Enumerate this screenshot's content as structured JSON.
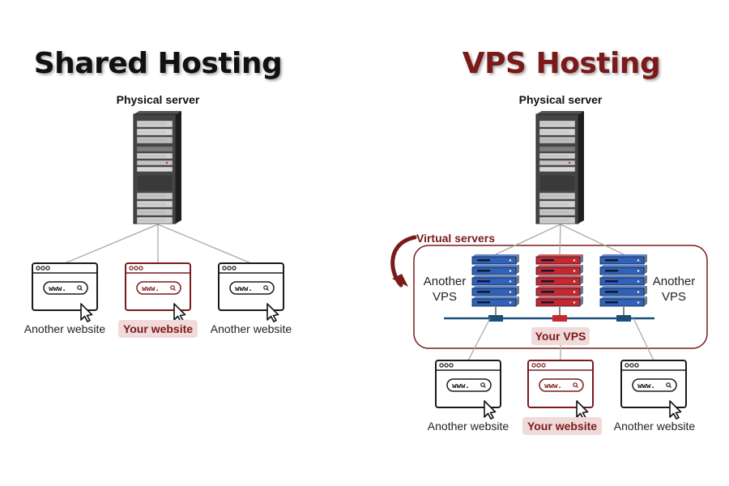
{
  "shared": {
    "title": "Shared Hosting",
    "server_label": "Physical server",
    "sites": [
      {
        "url": "www.",
        "label": "Another website"
      },
      {
        "url": "www.",
        "label": "Your website"
      },
      {
        "url": "www.",
        "label": "Another website"
      }
    ]
  },
  "vps": {
    "title": "VPS Hosting",
    "server_label": "Physical server",
    "virtual_label": "Virtual servers",
    "left_vps_label": "Another VPS",
    "right_vps_label": "Another VPS",
    "your_vps_label": "Your VPS",
    "sites": [
      {
        "url": "www.",
        "label": "Another website"
      },
      {
        "url": "www.",
        "label": "Your website"
      },
      {
        "url": "www.",
        "label": "Another website"
      }
    ]
  },
  "colors": {
    "accent": "#7a1a1a",
    "highlight_bg": "#f0dada",
    "vps_blue": "#2f62b8",
    "vps_red": "#c8282d",
    "connector": "#1a4f7a",
    "line": "#aaaaaa"
  }
}
